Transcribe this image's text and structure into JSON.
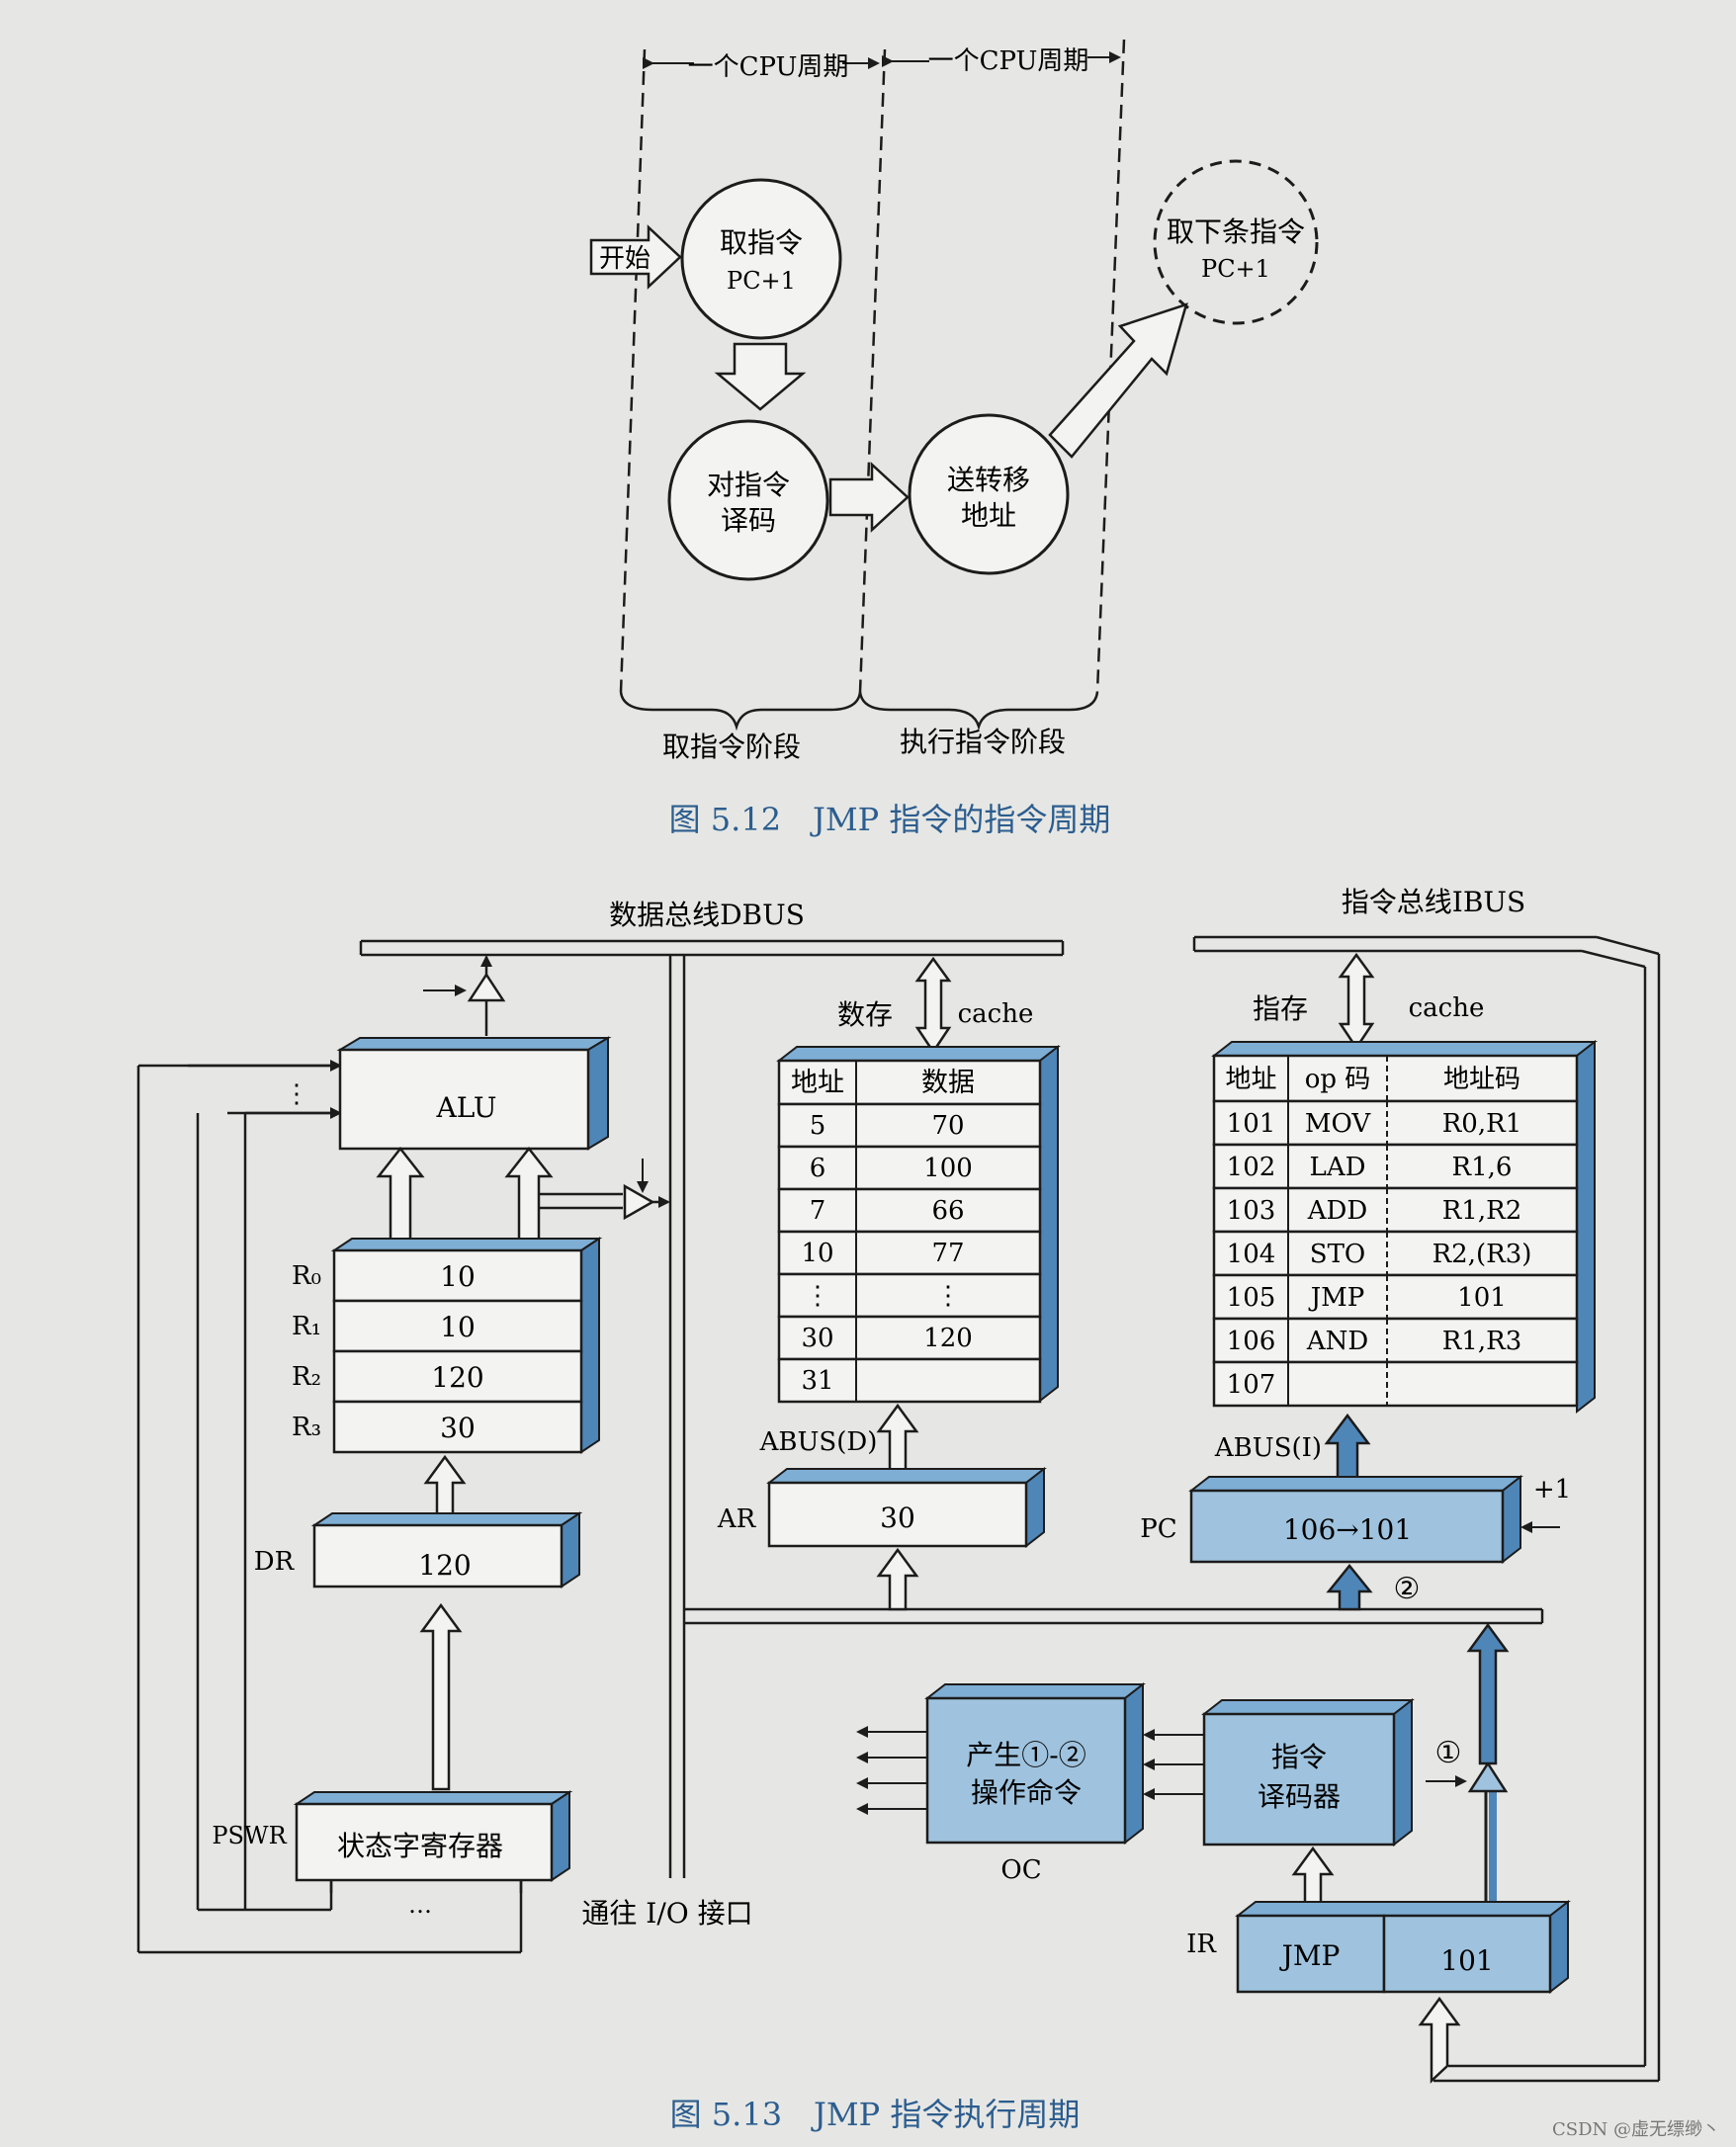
{
  "colors": {
    "paper": "#e6e7e4",
    "ink": "#1c1c1c",
    "box_fill": "#9fc3de",
    "box_side": "#4f86b8",
    "box_top": "#7eaed4",
    "caption": "#2c5d8f",
    "cell_fill": "#f3f4f2"
  },
  "fig512": {
    "cpu_cycle_1": "一个CPU周期",
    "cpu_cycle_2": "一个CPU周期",
    "start": "开始",
    "fetch_line1": "取指令",
    "fetch_line2": "PC+1",
    "decode_line1": "对指令",
    "decode_line2": "译码",
    "send_line1": "送转移",
    "send_line2": "地址",
    "next_line1": "取下条指令",
    "next_line2": "PC+1",
    "fetch_phase": "取指令阶段",
    "exec_phase": "执行指令阶段",
    "caption": "图 5.12　JMP 指令的指令周期"
  },
  "fig513": {
    "dbus": "数据总线DBUS",
    "ibus": "指令总线IBUS",
    "alu": "ALU",
    "alu_dots": "⋮",
    "registers": [
      {
        "name": "R₀",
        "value": "10"
      },
      {
        "name": "R₁",
        "value": "10"
      },
      {
        "name": "R₂",
        "value": "120"
      },
      {
        "name": "R₃",
        "value": "30"
      }
    ],
    "dr_label": "DR",
    "dr_value": "120",
    "pswr_label": "PSWR",
    "pswr_value": "状态字寄存器",
    "pswr_dots": "…",
    "io_label": "通往 I/O 接口",
    "data_mem_label": "数存",
    "data_cache_label": "cache",
    "data_mem_headers": [
      "地址",
      "数据"
    ],
    "data_mem_rows": [
      [
        "5",
        "70"
      ],
      [
        "6",
        "100"
      ],
      [
        "7",
        "66"
      ],
      [
        "10",
        "77"
      ],
      [
        "⋮",
        "⋮"
      ],
      [
        "30",
        "120"
      ],
      [
        "31",
        ""
      ]
    ],
    "abus_d": "ABUS(D)",
    "ar_label": "AR",
    "ar_value": "30",
    "instr_mem_label": "指存",
    "instr_cache_label": "cache",
    "instr_mem_headers": [
      "地址",
      "op 码",
      "地址码"
    ],
    "instr_mem_rows": [
      [
        "101",
        "MOV",
        "R0,R1"
      ],
      [
        "102",
        "LAD",
        "R1,6"
      ],
      [
        "103",
        "ADD",
        "R1,R2"
      ],
      [
        "104",
        "STO",
        "R2,(R3)"
      ],
      [
        "105",
        "JMP",
        "101"
      ],
      [
        "106",
        "AND",
        "R1,R3"
      ],
      [
        "107",
        "",
        ""
      ]
    ],
    "abus_i": "ABUS(I)",
    "pc_label": "PC",
    "pc_value": "106→101",
    "plus_one": "+1",
    "step2": "②",
    "step1": "①",
    "oc_line1": "产生①-②",
    "oc_line2": "操作命令",
    "oc_label": "OC",
    "decoder_line1": "指令",
    "decoder_line2": "译码器",
    "ir_label": "IR",
    "ir_op": "JMP",
    "ir_addr": "101",
    "caption": "图 5.13　JMP 指令执行周期"
  },
  "watermark": "CSDN @虚无缥缈丶"
}
